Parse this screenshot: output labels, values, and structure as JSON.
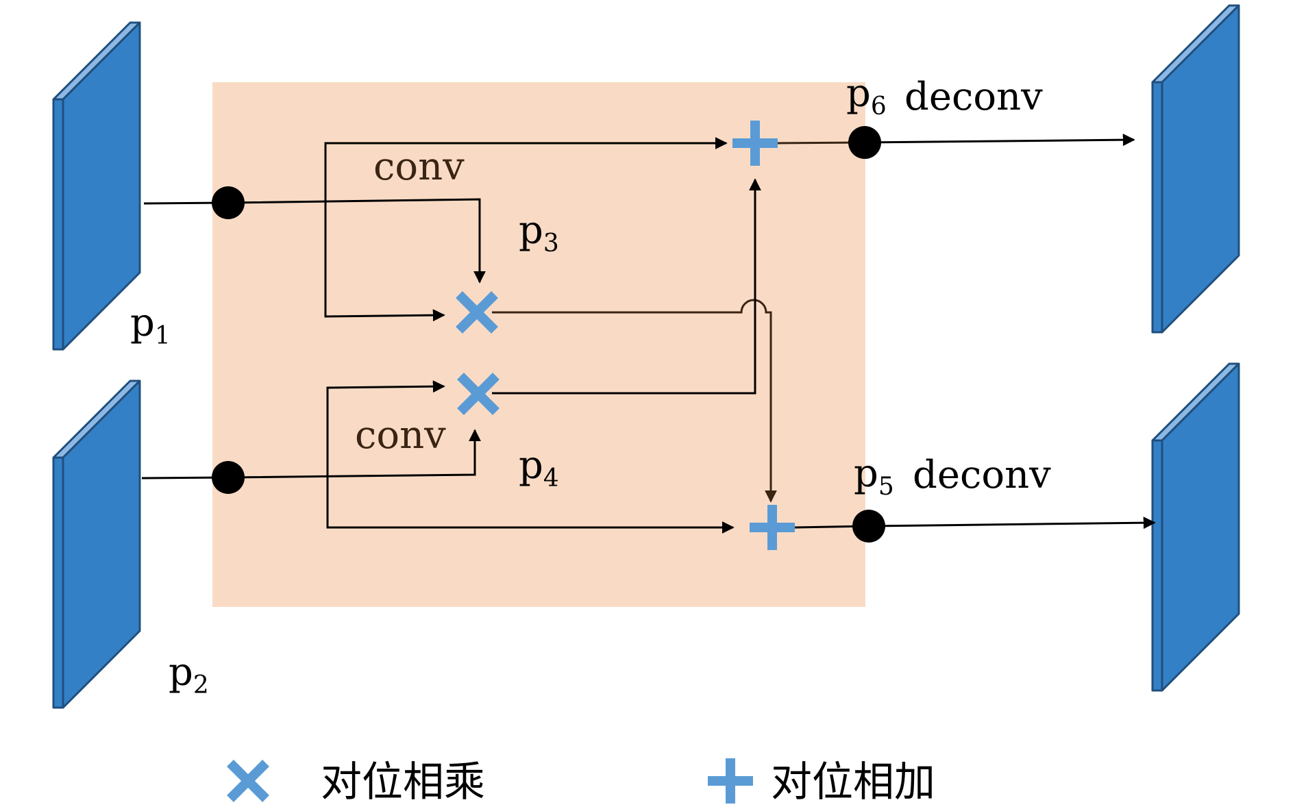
{
  "colors": {
    "block_background": "#f9dbc5",
    "feature_map_face": "#3480c6",
    "feature_map_edge": "#1f4f7d",
    "feature_map_top": "#8db8e3",
    "operator_symbol": "#5a9bd5",
    "line_black": "#000000",
    "line_brown": "#3a2414"
  },
  "icons": {
    "multiply": "multiply-cross-icon",
    "add": "add-plus-icon",
    "node": "junction-dot-icon"
  },
  "nodes": {
    "p1": {
      "base": "p",
      "sub": "1"
    },
    "p2": {
      "base": "p",
      "sub": "2"
    },
    "p3": {
      "base": "p",
      "sub": "3"
    },
    "p4": {
      "base": "p",
      "sub": "4"
    },
    "p5": {
      "base": "p",
      "sub": "5"
    },
    "p6": {
      "base": "p",
      "sub": "6"
    }
  },
  "operations": {
    "conv_top": "conv",
    "conv_bottom": "conv",
    "deconv_top": "deconv",
    "deconv_bottom": "deconv"
  },
  "legend": {
    "multiply_label": "对位相乘",
    "add_label": "对位相加"
  }
}
